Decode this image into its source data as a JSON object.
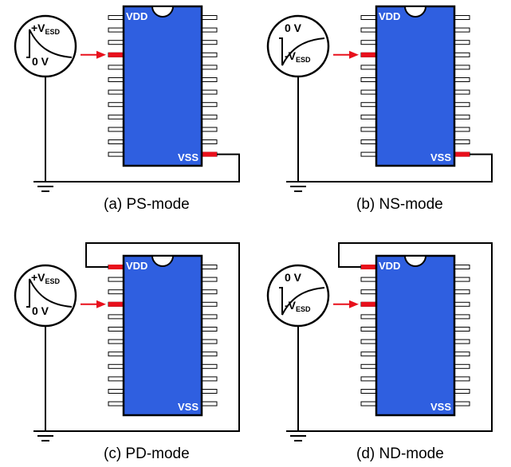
{
  "colors": {
    "chip_fill": "#2f5fe0",
    "chip_border": "#000000",
    "active_pin": "#e8101c",
    "arrow": "#e8101c",
    "wire": "#000000",
    "background": "#ffffff"
  },
  "panels": [
    {
      "caption": "(a) PS-mode",
      "vdd_label": "VDD",
      "vss_label": "VSS",
      "source": {
        "top_text": "+V",
        "top_sub": "ESD",
        "bottom_text": "0 V",
        "bottom_sub": "",
        "polarity": "positive"
      },
      "connection": "vss"
    },
    {
      "caption": "(b) NS-mode",
      "vdd_label": "VDD",
      "vss_label": "VSS",
      "source": {
        "top_text": "0 V",
        "top_sub": "",
        "bottom_text": "-V",
        "bottom_sub": "ESD",
        "polarity": "negative"
      },
      "connection": "vss"
    },
    {
      "caption": "(c) PD-mode",
      "vdd_label": "VDD",
      "vss_label": "VSS",
      "source": {
        "top_text": "+V",
        "top_sub": "ESD",
        "bottom_text": "0 V",
        "bottom_sub": "",
        "polarity": "positive"
      },
      "connection": "vdd"
    },
    {
      "caption": "(d) ND-mode",
      "vdd_label": "VDD",
      "vss_label": "VSS",
      "source": {
        "top_text": "0 V",
        "top_sub": "",
        "bottom_text": "-V",
        "bottom_sub": "ESD",
        "polarity": "negative"
      },
      "connection": "vdd"
    }
  ]
}
